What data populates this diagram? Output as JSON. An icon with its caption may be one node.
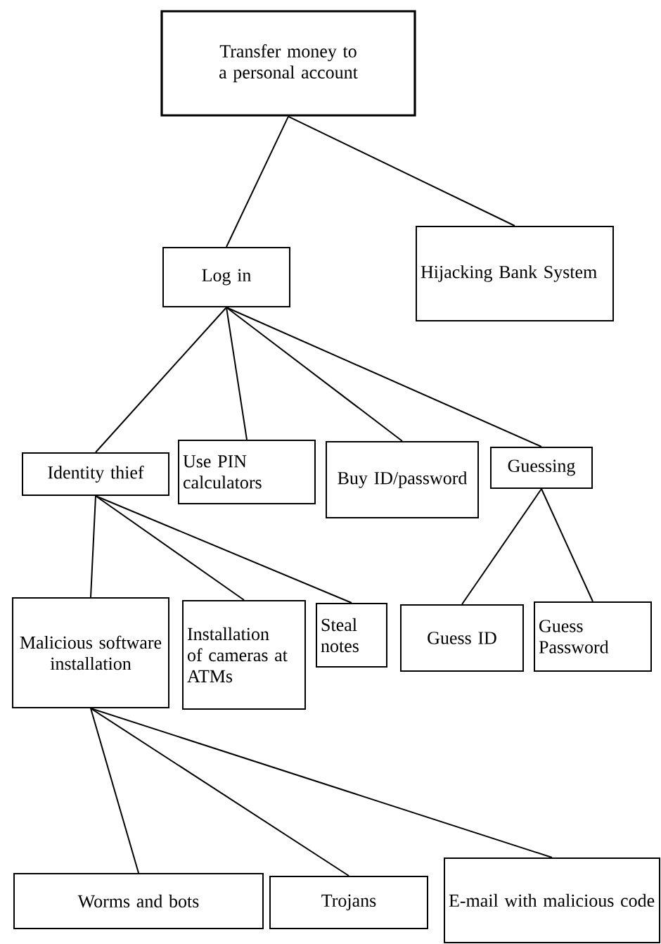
{
  "diagram": {
    "nodes": [
      {
        "text": [
          "Transfer money to a personal account"
        ]
      },
      {
        "text": [
          "Log in"
        ]
      },
      {
        "text": [
          "Hijacking Bank System"
        ]
      },
      {
        "text": [
          "Identity thief"
        ]
      },
      {
        "text": [
          "Use PIN calculators"
        ]
      },
      {
        "text": [
          "Buy ID/password"
        ]
      },
      {
        "text": [
          "Guessing"
        ]
      },
      {
        "text": [
          "Malicious software installation"
        ]
      },
      {
        "text": [
          "Installation of cameras at ATMs"
        ]
      },
      {
        "text": [
          "Steal notes"
        ]
      },
      {
        "text": [
          "Guess ID"
        ]
      },
      {
        "text": [
          "Guess Password"
        ]
      },
      {
        "text": [
          "Worms and bots"
        ]
      },
      {
        "text": [
          "Trojans"
        ]
      },
      {
        "text": [
          "E-mail with malicious code"
        ]
      }
    ],
    "edges": [
      {
        "from": 0,
        "to": 1,
        "arrow": "none"
      },
      {
        "from": 0,
        "to": 2,
        "arrow": "none"
      },
      {
        "from": 1,
        "to": 3,
        "arrow": "none"
      },
      {
        "from": 1,
        "to": 4,
        "arrow": "none"
      },
      {
        "from": 1,
        "to": 5,
        "arrow": "none"
      },
      {
        "from": 1,
        "to": 6,
        "arrow": "none"
      },
      {
        "from": 3,
        "to": 7,
        "arrow": "none"
      },
      {
        "from": 3,
        "to": 8,
        "arrow": "none"
      },
      {
        "from": 3,
        "to": 9,
        "arrow": "none"
      },
      {
        "from": 6,
        "to": 10,
        "arrow": "none"
      },
      {
        "from": 6,
        "to": 11,
        "arrow": "none"
      },
      {
        "from": 7,
        "to": 12,
        "arrow": "none"
      },
      {
        "from": 7,
        "to": 13,
        "arrow": "none"
      },
      {
        "from": 7,
        "to": 14,
        "arrow": "none"
      }
    ]
  }
}
